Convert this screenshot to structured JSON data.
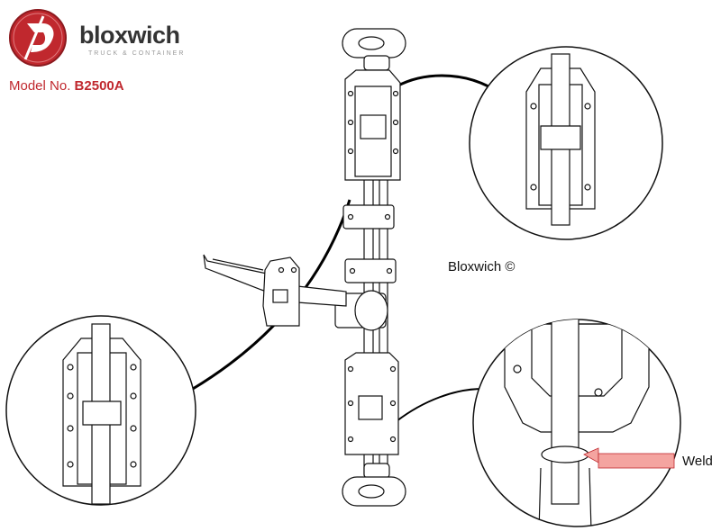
{
  "brand": {
    "name": "bloxwich",
    "tagline": "TRUCK & CONTAINER"
  },
  "model": {
    "prefix": "Model No.",
    "number": "B2500A"
  },
  "copyright_text": "Bloxwich ©",
  "weld_label": "Weld",
  "colors": {
    "brand_red": "#c0282e",
    "weld_highlight": "#f4a4a0",
    "line": "#111111"
  },
  "icons": {
    "logo": "bloxwich-logo-icon"
  }
}
